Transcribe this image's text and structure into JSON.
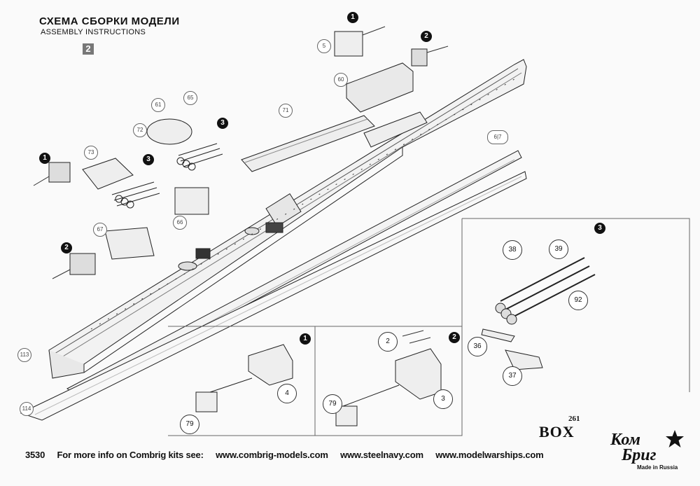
{
  "header": {
    "title": "СХЕМА СБОРКИ МОДЕЛИ",
    "subtitle": "ASSEMBLY INSTRUCTIONS",
    "step": "2"
  },
  "callouts": {
    "c5": "5",
    "c60": "60",
    "c71": "71",
    "c61": "61",
    "c65": "65",
    "c72": "72",
    "c73": "73",
    "c66": "66",
    "c67": "67",
    "c67b": "6|7",
    "c113": "113",
    "c114": "114",
    "c38": "38",
    "c39": "39",
    "c92": "92",
    "c36": "36",
    "c37": "37",
    "c4": "4",
    "c79a": "79",
    "c2": "2",
    "c3": "3",
    "c79b": "79"
  },
  "step_markers": {
    "s1_top": "1",
    "s2_top": "2",
    "s3_mid": "3",
    "s1_left": "1",
    "s3_left": "3",
    "s2_left": "2",
    "s3_box": "3",
    "s1_box": "1",
    "s2_box": "2"
  },
  "box": {
    "label": "BOX",
    "number": "261"
  },
  "footer": {
    "code": "3530",
    "info": "For more info on Combrig kits see:",
    "site1": "www.combrig-models.com",
    "site2": "www.steelnavy.com",
    "site3": "www.modelwarships.com"
  },
  "logo": {
    "top": "Ком",
    "bottom": "Бриг",
    "made": "Made in Russia"
  }
}
